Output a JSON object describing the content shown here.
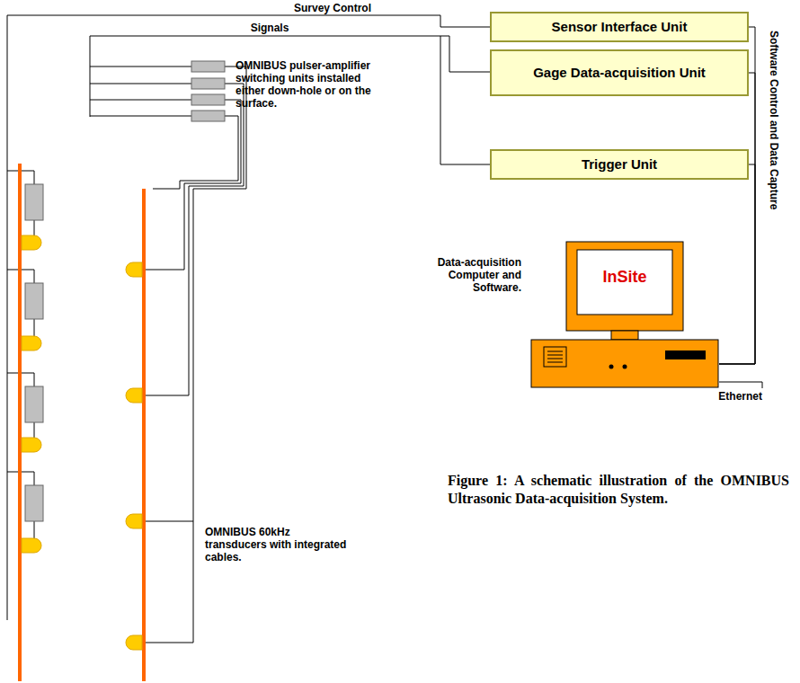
{
  "diagram": {
    "caption": "Figure 1: A schematic illustration of the OMNIBUS Ultrasonic Data-acquisition System.",
    "nodes": [
      {
        "text": [
          "Sensor Interface Unit"
        ]
      },
      {
        "text": [
          "Gage Data-acquisition Unit"
        ]
      },
      {
        "text": [
          "Trigger Unit"
        ]
      },
      {
        "text": [
          "InSite"
        ]
      }
    ],
    "edges": [
      {
        "from": 0,
        "to": 3,
        "arrow": "none"
      },
      {
        "from": 1,
        "to": 3,
        "arrow": "none"
      },
      {
        "from": 2,
        "to": 3,
        "arrow": "none"
      }
    ],
    "labels": [
      "Survey Control",
      "Signals",
      "OMNIBUS pulser-amplifier switching units installed either down-hole or on the surface.",
      "OMNIBUS 60kHz transducers with integrated cables.",
      "Data-acquisition Computer and Software.",
      "Software Control and Data Capture",
      "Ethernet"
    ]
  }
}
